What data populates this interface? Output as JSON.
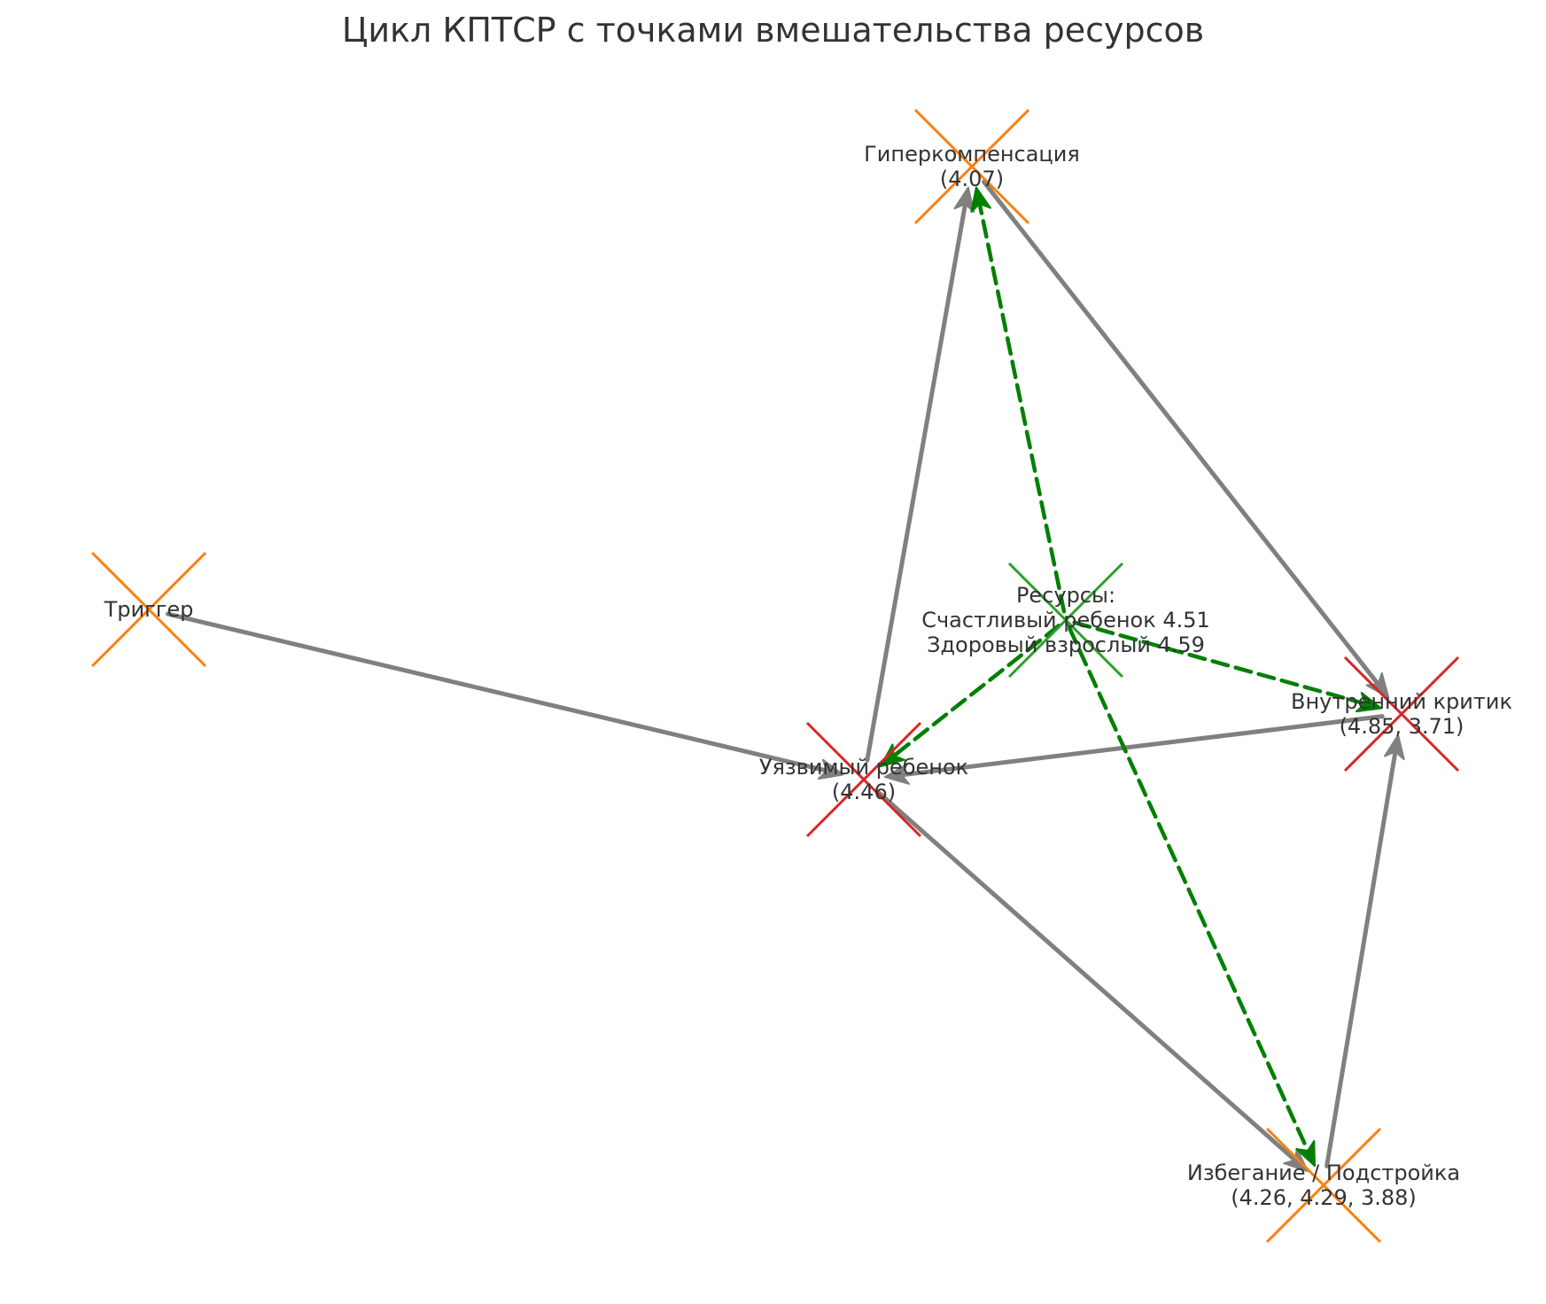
{
  "title": "Цикл КПТСР с точками вмешательства ресурсов",
  "colors": {
    "cycle_edge": "#808080",
    "resource_edge": "#008000",
    "marker_orange": "#ff7f0e",
    "marker_red": "#d62728",
    "marker_green": "#2ca02c",
    "text": "#333333"
  },
  "nodes": [
    {
      "id": "trigger",
      "name": "node-trigger",
      "marker": "orange",
      "lines": [
        "Триггер"
      ]
    },
    {
      "id": "child",
      "name": "node-vulnerable-child",
      "marker": "red",
      "lines": [
        "Уязвимый ребенок",
        "(4.46)"
      ]
    },
    {
      "id": "hyper",
      "name": "node-hypercompensation",
      "marker": "orange",
      "lines": [
        "Гиперкомпенсация",
        "(4.07)"
      ]
    },
    {
      "id": "critic",
      "name": "node-inner-critic",
      "marker": "red",
      "lines": [
        "Внутренний критик",
        "(4.85, 3.71)"
      ]
    },
    {
      "id": "avoid",
      "name": "node-avoidance",
      "marker": "orange",
      "lines": [
        "Избегание / Подстройка",
        "(4.26, 4.29, 3.88)"
      ]
    },
    {
      "id": "res",
      "name": "node-resources",
      "marker": "green",
      "lines": [
        "Ресурсы:",
        "Счастливый ребенок 4.51",
        "Здоровый взрослый 4.59"
      ]
    }
  ],
  "edges": [
    {
      "from": "trigger",
      "to": "child",
      "style": "cycle"
    },
    {
      "from": "child",
      "to": "hyper",
      "style": "cycle"
    },
    {
      "from": "hyper",
      "to": "critic",
      "style": "cycle"
    },
    {
      "from": "critic",
      "to": "child",
      "style": "cycle"
    },
    {
      "from": "child",
      "to": "avoid",
      "style": "cycle"
    },
    {
      "from": "avoid",
      "to": "critic",
      "style": "cycle"
    },
    {
      "from": "res",
      "to": "hyper",
      "style": "resource"
    },
    {
      "from": "res",
      "to": "critic",
      "style": "resource"
    },
    {
      "from": "res",
      "to": "child",
      "style": "resource"
    },
    {
      "from": "res",
      "to": "avoid",
      "style": "resource"
    }
  ]
}
